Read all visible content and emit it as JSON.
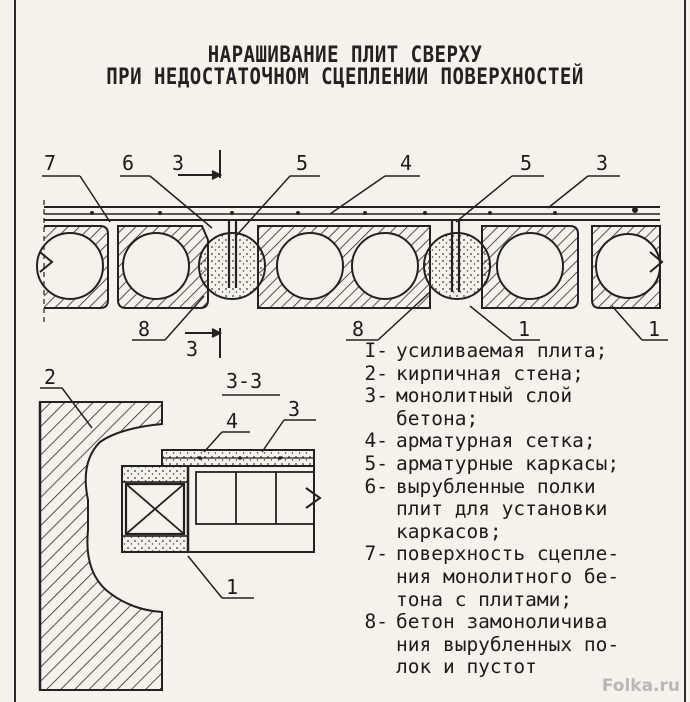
{
  "title": {
    "line1": "НАРАШИВАНИЕ ПЛИТ СВЕРХУ",
    "line2": "ПРИ НЕДОСТАТОЧНОМ СЦЕПЛЕНИИ ПОВЕРХНОСТЕЙ"
  },
  "main_section": {
    "callouts_top": [
      "7",
      "6",
      "3",
      "5",
      "4",
      "5",
      "3"
    ],
    "callouts_bottom": [
      "8",
      "3",
      "8",
      "1",
      "1"
    ]
  },
  "detail": {
    "section_title": "3-3",
    "callouts": [
      "2",
      "4",
      "3",
      "1"
    ]
  },
  "legend": [
    {
      "num": "I-",
      "lines": [
        "усиливаемая плита;"
      ]
    },
    {
      "num": "2-",
      "lines": [
        "кирпичная стена;"
      ]
    },
    {
      "num": "3-",
      "lines": [
        "монолитный слой",
        "бетона;"
      ]
    },
    {
      "num": "4-",
      "lines": [
        "арматурная сетка;"
      ]
    },
    {
      "num": "5-",
      "lines": [
        "арматурные каркасы;"
      ]
    },
    {
      "num": "6-",
      "lines": [
        "вырубленные полки",
        "плит для установки",
        "каркасов;"
      ]
    },
    {
      "num": "7-",
      "lines": [
        "поверхность сцепле-",
        "ния монолитного бе-",
        "тона с плитами;"
      ]
    },
    {
      "num": "8-",
      "lines": [
        "бетон замоноличива",
        "ния вырубленных по-",
        "лок и пустот"
      ]
    }
  ],
  "watermark": "Folka.ru"
}
